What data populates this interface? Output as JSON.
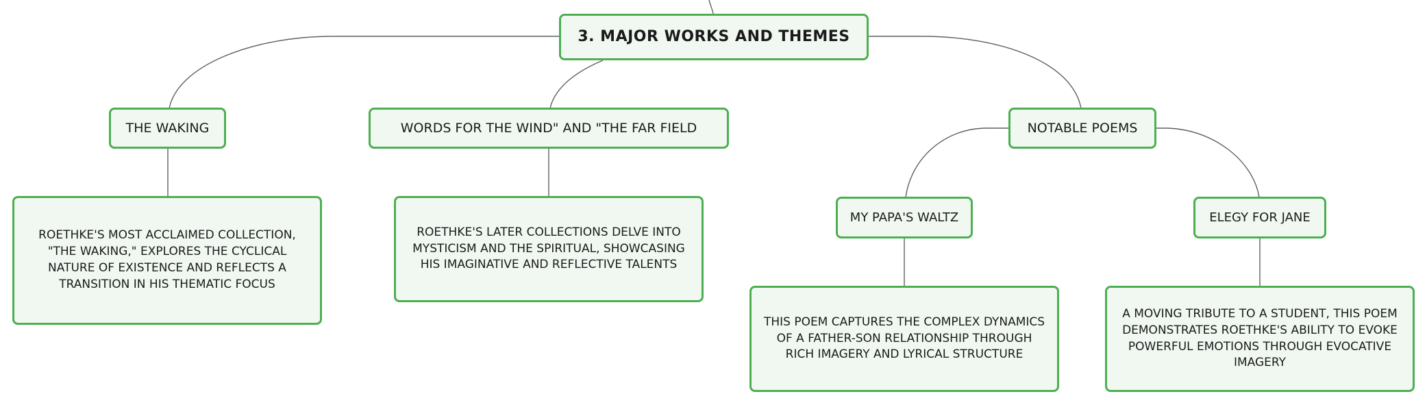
{
  "root": {
    "label": "3. MAJOR WORKS AND THEMES"
  },
  "topics": {
    "waking": {
      "label": "THE WAKING",
      "description": "ROETHKE'S MOST ACCLAIMED COLLECTION, \"THE WAKING,\" EXPLORES THE CYCLICAL NATURE OF EXISTENCE AND REFLECTS A TRANSITION IN HIS THEMATIC FOCUS"
    },
    "words_for_the_wind": {
      "label": "WORDS FOR THE WIND\" AND \"THE FAR FIELD",
      "description": "ROETHKE'S LATER COLLECTIONS DELVE INTO MYSTICISM AND THE SPIRITUAL, SHOWCASING HIS IMAGINATIVE AND REFLECTIVE TALENTS"
    },
    "notable_poems": {
      "label": "NOTABLE POEMS",
      "children": {
        "papas_waltz": {
          "label": "MY PAPA'S WALTZ",
          "description": "THIS POEM CAPTURES THE COMPLEX DYNAMICS OF A FATHER-SON RELATIONSHIP THROUGH RICH IMAGERY AND LYRICAL STRUCTURE"
        },
        "elegy_for_jane": {
          "label": "ELEGY FOR JANE",
          "description": "A MOVING TRIBUTE TO A STUDENT, THIS POEM DEMONSTRATES ROETHKE'S ABILITY TO EVOKE POWERFUL EMOTIONS THROUGH EVOCATIVE IMAGERY"
        }
      }
    }
  },
  "colors": {
    "node_border": "#4caf50",
    "node_fill": "#f1f8f2",
    "connector": "#5f5f5f"
  }
}
